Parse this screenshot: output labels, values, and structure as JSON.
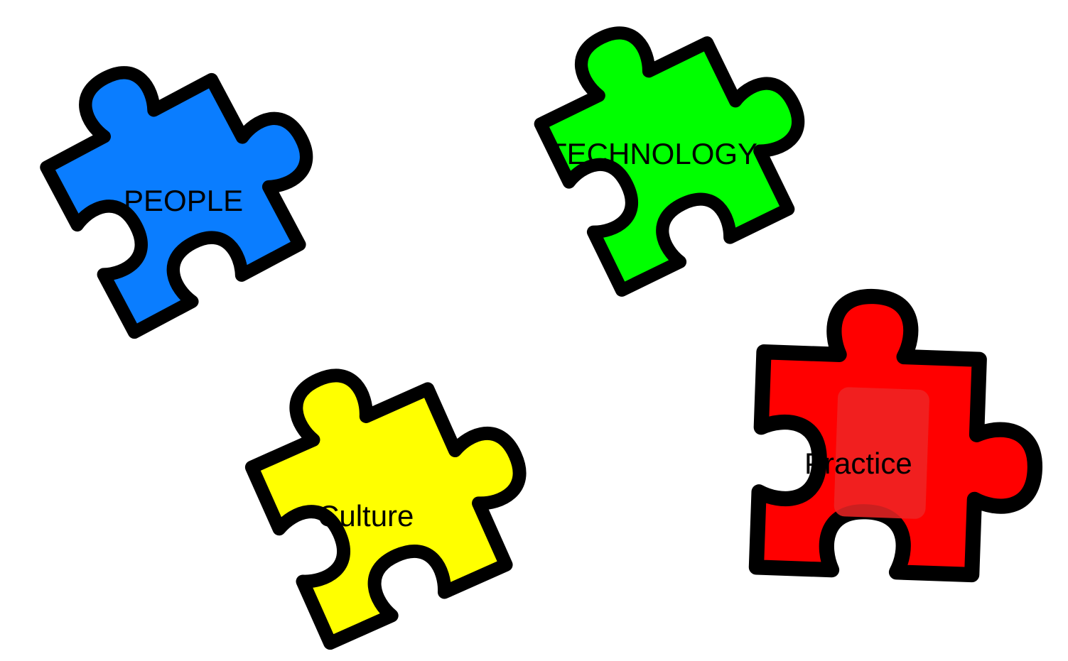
{
  "pieces": [
    {
      "label": "PEOPLE",
      "color": "#0a7dff"
    },
    {
      "label": "TECHNOLOGY",
      "color": "#00ff00"
    },
    {
      "label": "Culture",
      "color": "#ffff00"
    },
    {
      "label": "Practice",
      "color": "#ff0000"
    }
  ],
  "colors": {
    "outline": "#000000",
    "text": "#000000",
    "practice_patch": "#ee2525"
  }
}
